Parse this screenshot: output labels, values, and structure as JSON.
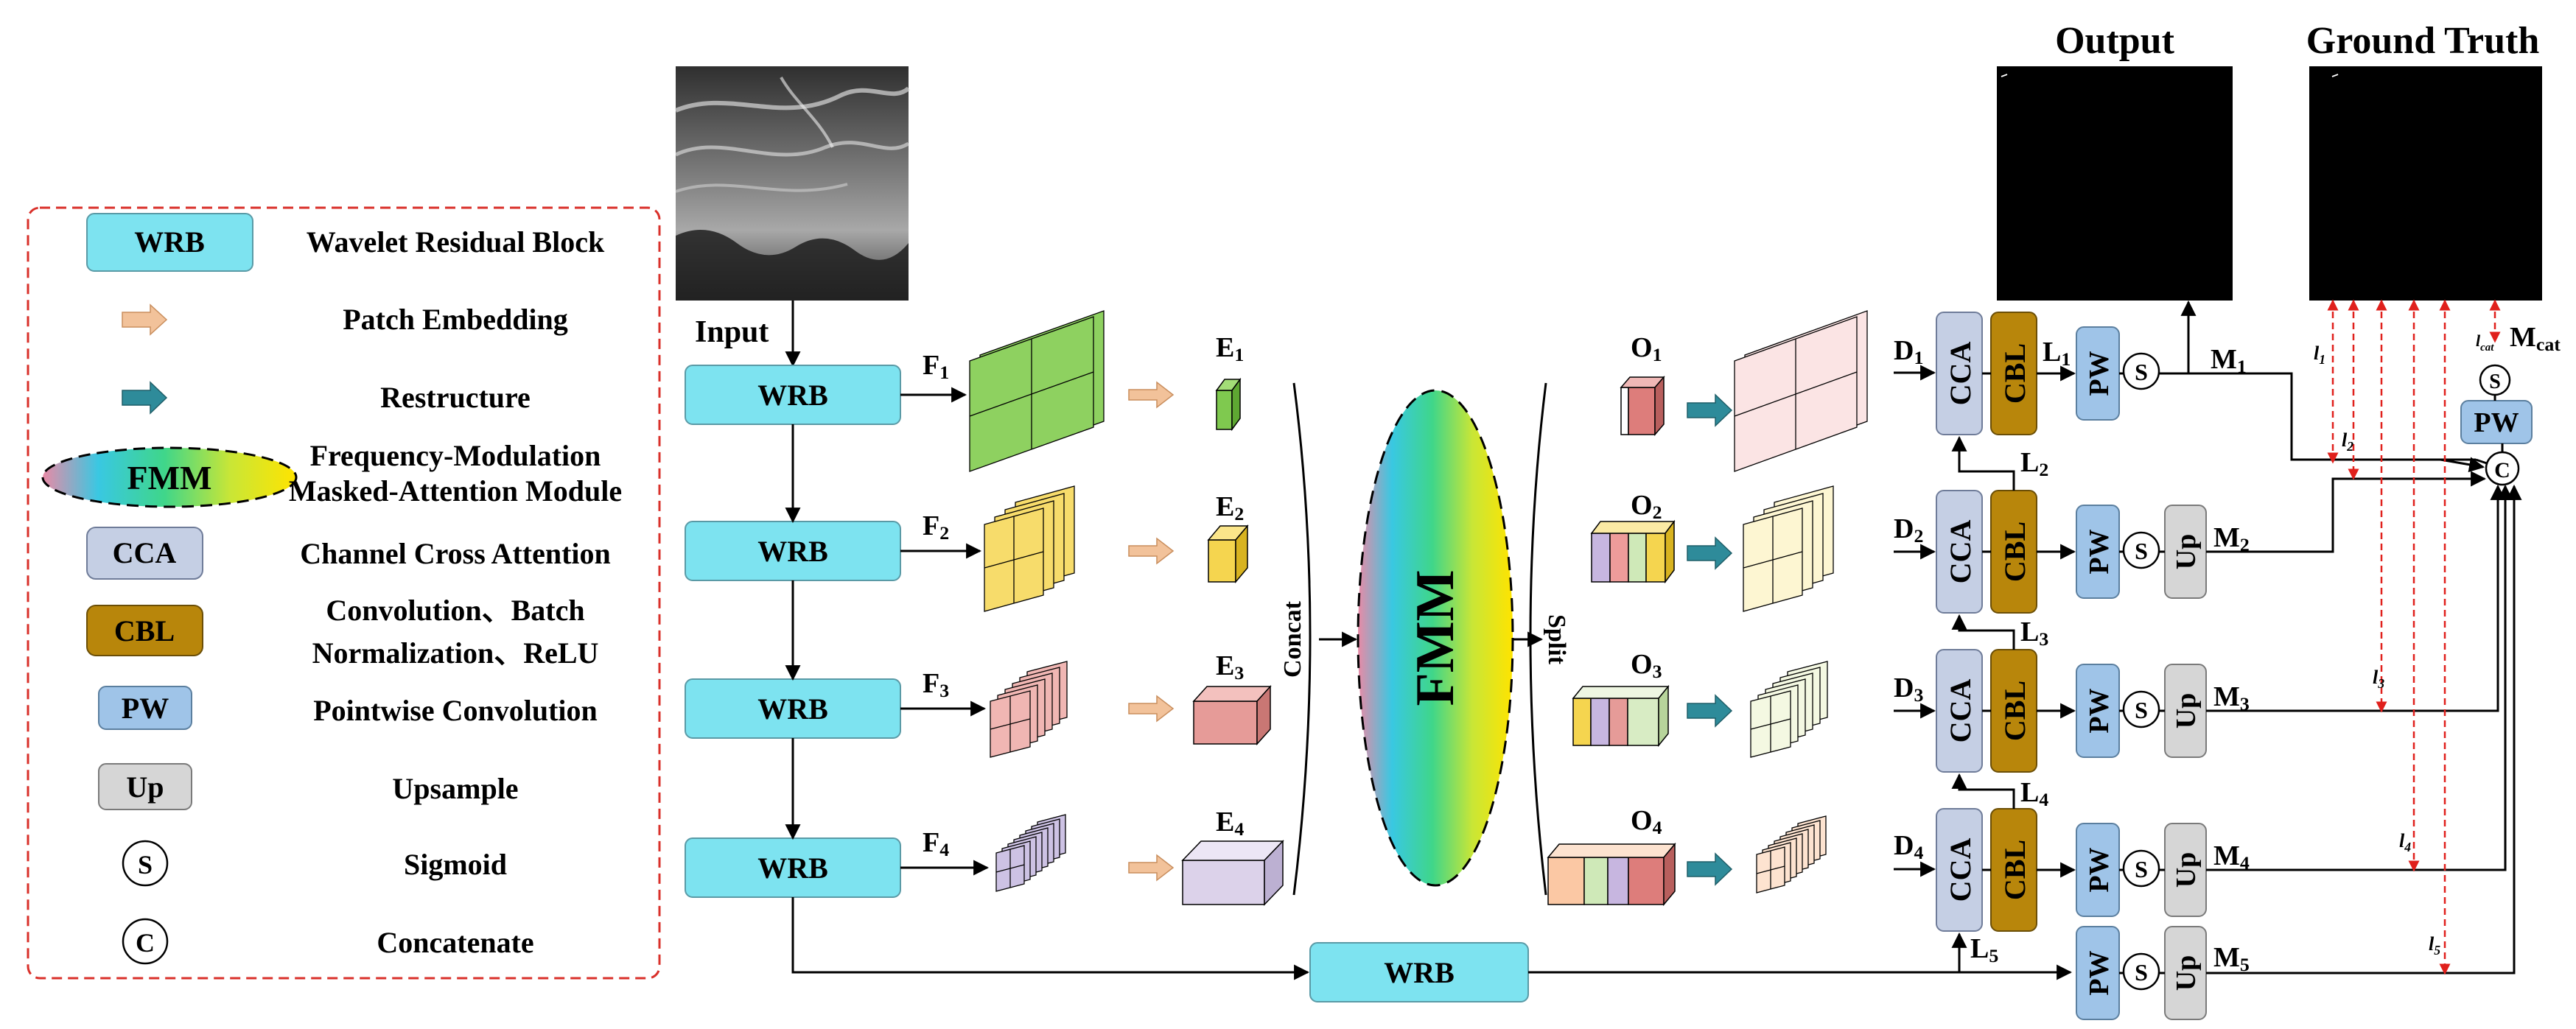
{
  "legend": {
    "items": [
      {
        "symbol": "WRB",
        "desc": "Wavelet Residual Block"
      },
      {
        "symbol": "",
        "desc": "Patch Embedding"
      },
      {
        "symbol": "",
        "desc": "Restructure"
      },
      {
        "symbol": "FMM",
        "desc": "Frequency-Modulation",
        "desc2": "Masked-Attention Module"
      },
      {
        "symbol": "CCA",
        "desc": "Channel Cross Attention"
      },
      {
        "symbol": "CBL",
        "desc": "Convolution、Batch",
        "desc2": "Normalization、ReLU"
      },
      {
        "symbol": "PW",
        "desc": "Pointwise Convolution"
      },
      {
        "symbol": "Up",
        "desc": "Upsample"
      },
      {
        "symbol": "S",
        "desc": "Sigmoid"
      },
      {
        "symbol": "C",
        "desc": "Concatenate"
      }
    ]
  },
  "labels": {
    "input": "Input",
    "output": "Output",
    "ground_truth": "Ground Truth",
    "concat": "Concat",
    "split": "Split",
    "fmm": "FMM",
    "wrb": "WRB",
    "cca": "CCA",
    "cbl": "CBL",
    "pw": "PW",
    "up": "Up",
    "s": "S",
    "c": "C"
  },
  "features": {
    "F": [
      "F1",
      "F2",
      "F3",
      "F4"
    ],
    "E": [
      "E1",
      "E2",
      "E3",
      "E4"
    ],
    "O": [
      "O1",
      "O2",
      "O3",
      "O4"
    ],
    "D": [
      "D1",
      "D2",
      "D3",
      "D4"
    ],
    "L": [
      "L1",
      "L2",
      "L3",
      "L4",
      "L5"
    ],
    "M": [
      "M1",
      "M2",
      "M3",
      "M4",
      "M5"
    ],
    "l": [
      "l1",
      "l2",
      "l3",
      "l4",
      "l5"
    ],
    "lcat": "lcat",
    "mcat": "Mcat"
  },
  "colors": {
    "wrb": "#7de3f0",
    "cca": "#c5cfe4",
    "cbl": "#b8860b",
    "pw": "#9fc4e8",
    "up": "#d6d6d6",
    "legend_border": "#d9302a",
    "loss_arrow": "#e0201c",
    "restructure": "#2e8b9a",
    "patch": "#f2c29a"
  }
}
